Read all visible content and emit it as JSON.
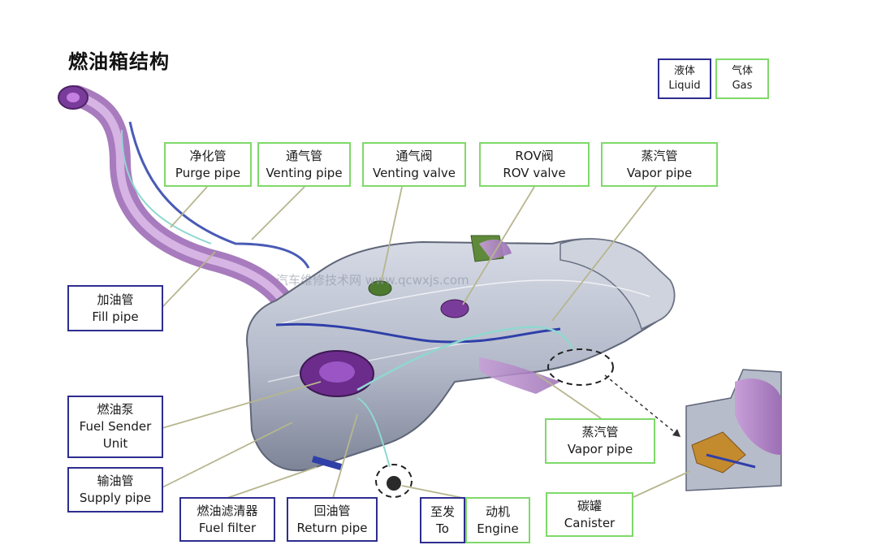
{
  "title": "燃油箱结构",
  "legend": {
    "liquid": {
      "zh": "液体",
      "en": "Liquid"
    },
    "gas": {
      "zh": "气体",
      "en": "Gas"
    }
  },
  "colors": {
    "liquid": "#2e2d8f",
    "gas": "#7fd96a",
    "leader": "#b7b68f"
  },
  "labels": {
    "purge_pipe": {
      "zh": "净化管",
      "en": "Purge pipe",
      "type": "gas"
    },
    "venting_pipe": {
      "zh": "通气管",
      "en": "Venting pipe",
      "type": "gas"
    },
    "venting_valve": {
      "zh": "通气阀",
      "en": "Venting valve",
      "type": "gas"
    },
    "rov_valve": {
      "zh": "ROV阀",
      "en": "ROV valve",
      "type": "gas"
    },
    "vapor_pipe_top": {
      "zh": "蒸汽管",
      "en": "Vapor pipe",
      "type": "gas"
    },
    "fill_pipe": {
      "zh": "加油管",
      "en": "Fill pipe",
      "type": "liquid"
    },
    "fuel_sender": {
      "zh": "燃油泵",
      "en1": "Fuel Sender",
      "en2": "Unit",
      "type": "liquid"
    },
    "supply_pipe": {
      "zh": "输油管",
      "en": "Supply pipe",
      "type": "liquid"
    },
    "fuel_filter": {
      "zh": "燃油滤清器",
      "en": "Fuel filter",
      "type": "liquid"
    },
    "return_pipe": {
      "zh": "回油管",
      "en": "Return pipe",
      "type": "liquid"
    },
    "to_engine_a": {
      "zh": "至发",
      "en": "To",
      "type": "liquid"
    },
    "to_engine_b": {
      "zh": "动机",
      "en": "Engine",
      "type": "gas"
    },
    "vapor_pipe_bottom": {
      "zh": "蒸汽管",
      "en": "Vapor pipe",
      "type": "gas"
    },
    "canister": {
      "zh": "碳罐",
      "en": "Canister",
      "type": "gas"
    }
  },
  "watermark": "汽车维修技术网 www.qcwxjs.com"
}
